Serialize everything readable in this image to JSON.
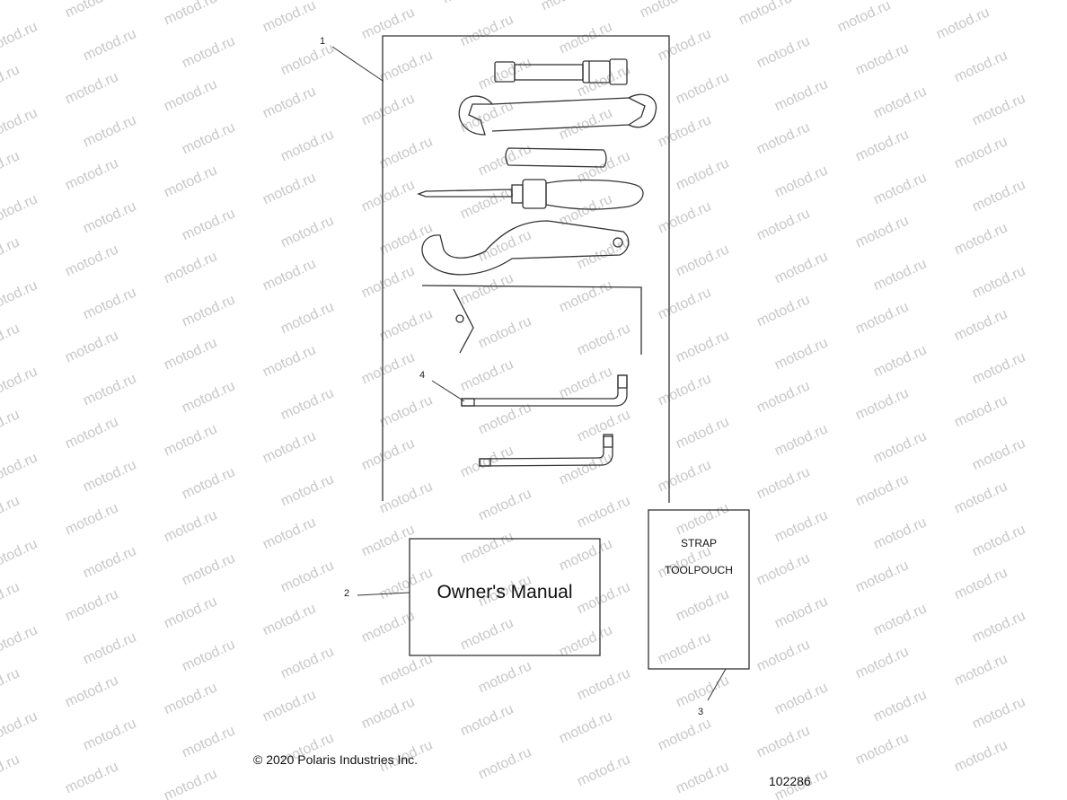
{
  "callouts": {
    "one": "1",
    "two": "2",
    "three": "3",
    "four": "4"
  },
  "manual": {
    "text": "Owner's Manual"
  },
  "pouch": {
    "line1": "STRAP",
    "line2": "TOOLPOUCH"
  },
  "footer": {
    "copyright": "© 2020 Polaris Industries Inc.",
    "part_number": "102286"
  },
  "watermark": {
    "text": "motod.ru"
  },
  "colors": {
    "line": "#333333",
    "watermark": "#c8c8c8"
  }
}
